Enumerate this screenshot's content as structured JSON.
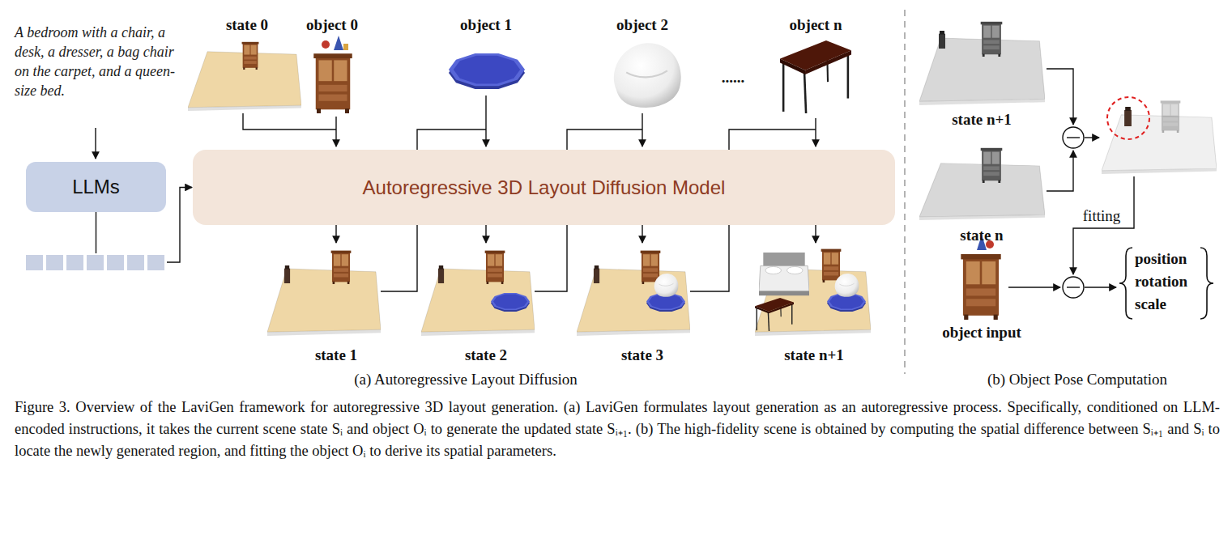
{
  "diagram": {
    "caption": "Figure 3. Overview of the LaviGen framework for autoregressive 3D layout generation. (a) LaviGen formulates layout generation as an autoregressive process. Specifically, conditioned on LLM-encoded instructions, it takes the current scene state Sᵢ and object Oᵢ to generate the updated state Sᵢ₊₁. (b) The high-fidelity scene is obtained by computing the spatial difference between Sᵢ₊₁ and Sᵢ to locate the newly generated region, and fitting the object Oᵢ to derive its spatial parameters.",
    "nodes": [
      {
        "text": [
          "LLMs"
        ]
      },
      {
        "text": [
          "Autoregressive 3D Layout Diffusion Model"
        ]
      }
    ],
    "edges": [
      {
        "from": 0,
        "to": 1,
        "arrow": "to"
      }
    ],
    "labels": [
      "A bedroom with a chair, a desk, a dresser, a bag chair on the carpet, and a queen-size bed.",
      "state 0",
      "object 0",
      "object 1",
      "object 2",
      "......",
      "object n",
      "state 1",
      "state 2",
      "state 3",
      "state n+1",
      "(a) Autoregressive Layout Diffusion",
      "state n+1",
      "state n",
      "fitting",
      "object input",
      "position",
      "rotation",
      "scale",
      "(b) Object Pose Computation"
    ]
  }
}
